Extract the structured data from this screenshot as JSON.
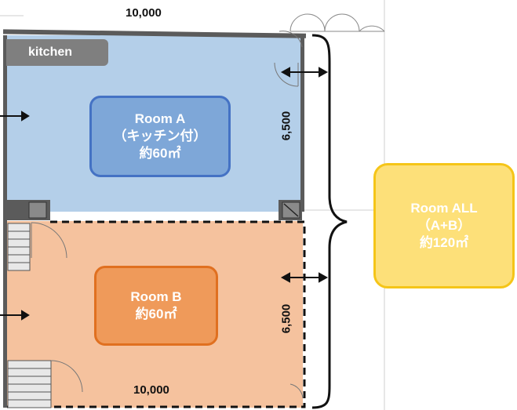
{
  "tag": {
    "kitchen": "kitchen"
  },
  "dimensions": {
    "top_width": "10,000",
    "bottom_width": "10,000",
    "room_a_depth": "6,500",
    "room_b_depth": "6,500"
  },
  "rooms": {
    "a": {
      "name": "Room A",
      "note": "（キッチン付）",
      "area": "約60㎡"
    },
    "b": {
      "name": "Room B",
      "area": "約60㎡"
    },
    "all": {
      "name": "Room ALL",
      "note": "（A+B）",
      "area": "約120㎡"
    }
  },
  "colors": {
    "room_a_fill": "#b4cfe9",
    "room_a_box": "#7ea7d8",
    "room_b_fill": "#f5c29e",
    "room_b_box": "#ef9a5a",
    "room_all_box": "#fde079",
    "wall": "#555555"
  }
}
